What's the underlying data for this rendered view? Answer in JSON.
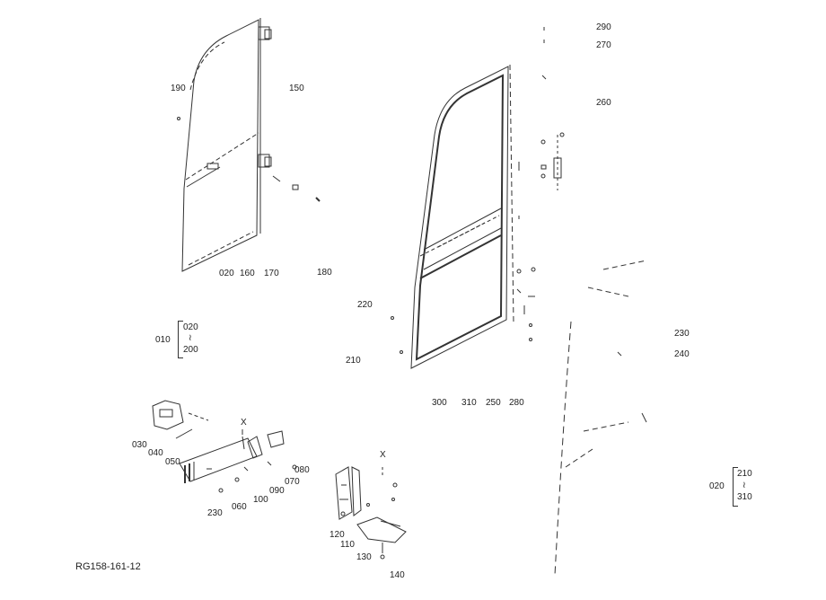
{
  "drawing_id": "RG158-161-12",
  "callouts": {
    "c190": "190",
    "c150": "150",
    "c020": "020",
    "c160": "160",
    "c170": "170",
    "c180": "180",
    "c290": "290",
    "c270": "270",
    "c260": "260",
    "c220": "220",
    "c210": "210",
    "c300": "300",
    "c310": "310",
    "c250": "250",
    "c280": "280",
    "c230a": "230",
    "c240": "240",
    "x1": "X",
    "x2": "X",
    "c030": "030",
    "c040": "040",
    "c050": "050",
    "c080": "080",
    "c070": "070",
    "c090": "090",
    "c100": "100",
    "c060": "060",
    "c230b": "230",
    "c120": "120",
    "c110": "110",
    "c130": "130",
    "c140": "140"
  },
  "groups": {
    "left": {
      "owner": "010",
      "first": "020",
      "tilde": "≀",
      "last": "200"
    },
    "right": {
      "owner": "020",
      "first": "210",
      "tilde": "≀",
      "last": "310"
    }
  }
}
